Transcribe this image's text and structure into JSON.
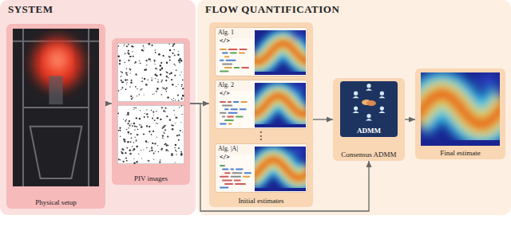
{
  "diagram": {
    "nodes": [
      {
        "text": [
          "SYSTEM"
        ]
      },
      {
        "text": [
          "Physical setup"
        ],
        "in": 0
      },
      {
        "text": [
          "PIV images"
        ],
        "in": 0
      },
      {
        "text": [
          "FLOW QUANTIFICATION"
        ]
      },
      {
        "text": [
          "Initial estimates"
        ],
        "in": 3
      },
      {
        "text": [
          "Alg. 1"
        ],
        "in": 4
      },
      {
        "text": [
          "Alg. 2"
        ],
        "in": 4
      },
      {
        "text": [
          "Alg. |A|"
        ],
        "in": 4
      },
      {
        "text": [
          "Consensus ADMM"
        ],
        "in": 3
      },
      {
        "text": [
          "Final estimate"
        ],
        "in": 3
      }
    ],
    "edges": [
      {
        "from": 1,
        "to": 2,
        "arrow": "to"
      },
      {
        "from": 2,
        "to": 4,
        "arrow": "to"
      },
      {
        "from": 2,
        "to": 8,
        "arrow": "to"
      },
      {
        "from": 4,
        "to": 8,
        "arrow": "to"
      },
      {
        "from": 8,
        "to": 9,
        "arrow": "to"
      }
    ],
    "labels": [
      "</>",
      "</>",
      "</>",
      "⋮",
      "ADMM"
    ]
  }
}
